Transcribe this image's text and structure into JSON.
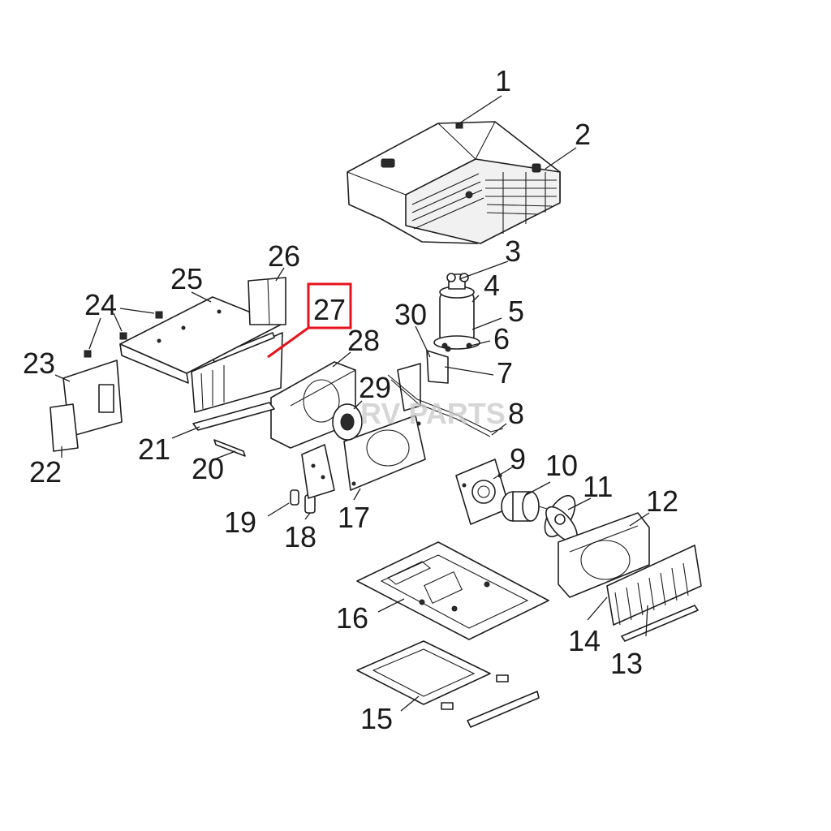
{
  "watermark": "RV PARTS",
  "highlight": {
    "label": "27",
    "color": "#e8121c"
  },
  "callouts": [
    {
      "label": "1"
    },
    {
      "label": "2"
    },
    {
      "label": "3"
    },
    {
      "label": "4"
    },
    {
      "label": "5"
    },
    {
      "label": "6"
    },
    {
      "label": "7"
    },
    {
      "label": "8"
    },
    {
      "label": "9"
    },
    {
      "label": "10"
    },
    {
      "label": "11"
    },
    {
      "label": "12"
    },
    {
      "label": "13"
    },
    {
      "label": "14"
    },
    {
      "label": "15"
    },
    {
      "label": "16"
    },
    {
      "label": "17"
    },
    {
      "label": "18"
    },
    {
      "label": "19"
    },
    {
      "label": "20"
    },
    {
      "label": "21"
    },
    {
      "label": "22"
    },
    {
      "label": "23"
    },
    {
      "label": "24"
    },
    {
      "label": "25"
    },
    {
      "label": "26"
    },
    {
      "label": "27"
    },
    {
      "label": "28"
    },
    {
      "label": "29"
    },
    {
      "label": "30"
    }
  ]
}
